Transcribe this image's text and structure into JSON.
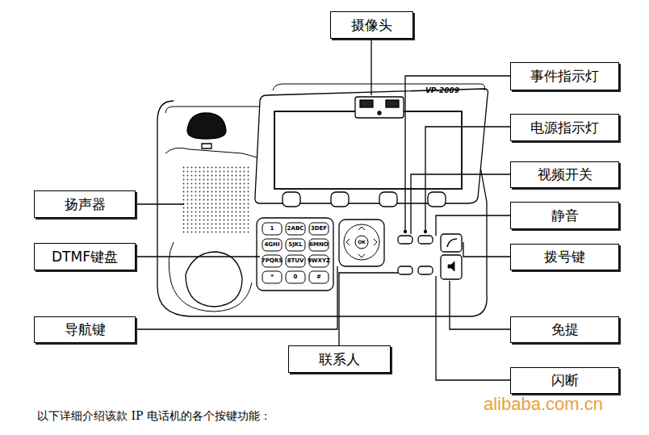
{
  "diagram": {
    "caption": "以下详细介绍该款 IP 电话机的各个按键功能：",
    "nodes": [
      {
        "text": [
          "摄像头"
        ]
      },
      {
        "text": [
          "事件指示灯"
        ]
      },
      {
        "text": [
          "电源指示灯"
        ]
      },
      {
        "text": [
          "视频开关"
        ]
      },
      {
        "text": [
          "扬声器"
        ]
      },
      {
        "text": [
          "静音"
        ]
      },
      {
        "text": [
          "DTMF键盘"
        ]
      },
      {
        "text": [
          "拨号键"
        ]
      },
      {
        "text": [
          "导航键"
        ]
      },
      {
        "text": [
          "免提"
        ]
      },
      {
        "text": [
          "联系人"
        ]
      },
      {
        "text": [
          "闪断"
        ]
      }
    ],
    "labels": [
      "VP-2009",
      "1",
      "2ABC",
      "3DEF",
      "4GHI",
      "5JKL",
      "6MNO",
      "7PQRS",
      "8TUV",
      "9WXYZ",
      "*",
      "0",
      "#",
      "OK",
      "alibaba.com.cn"
    ]
  }
}
